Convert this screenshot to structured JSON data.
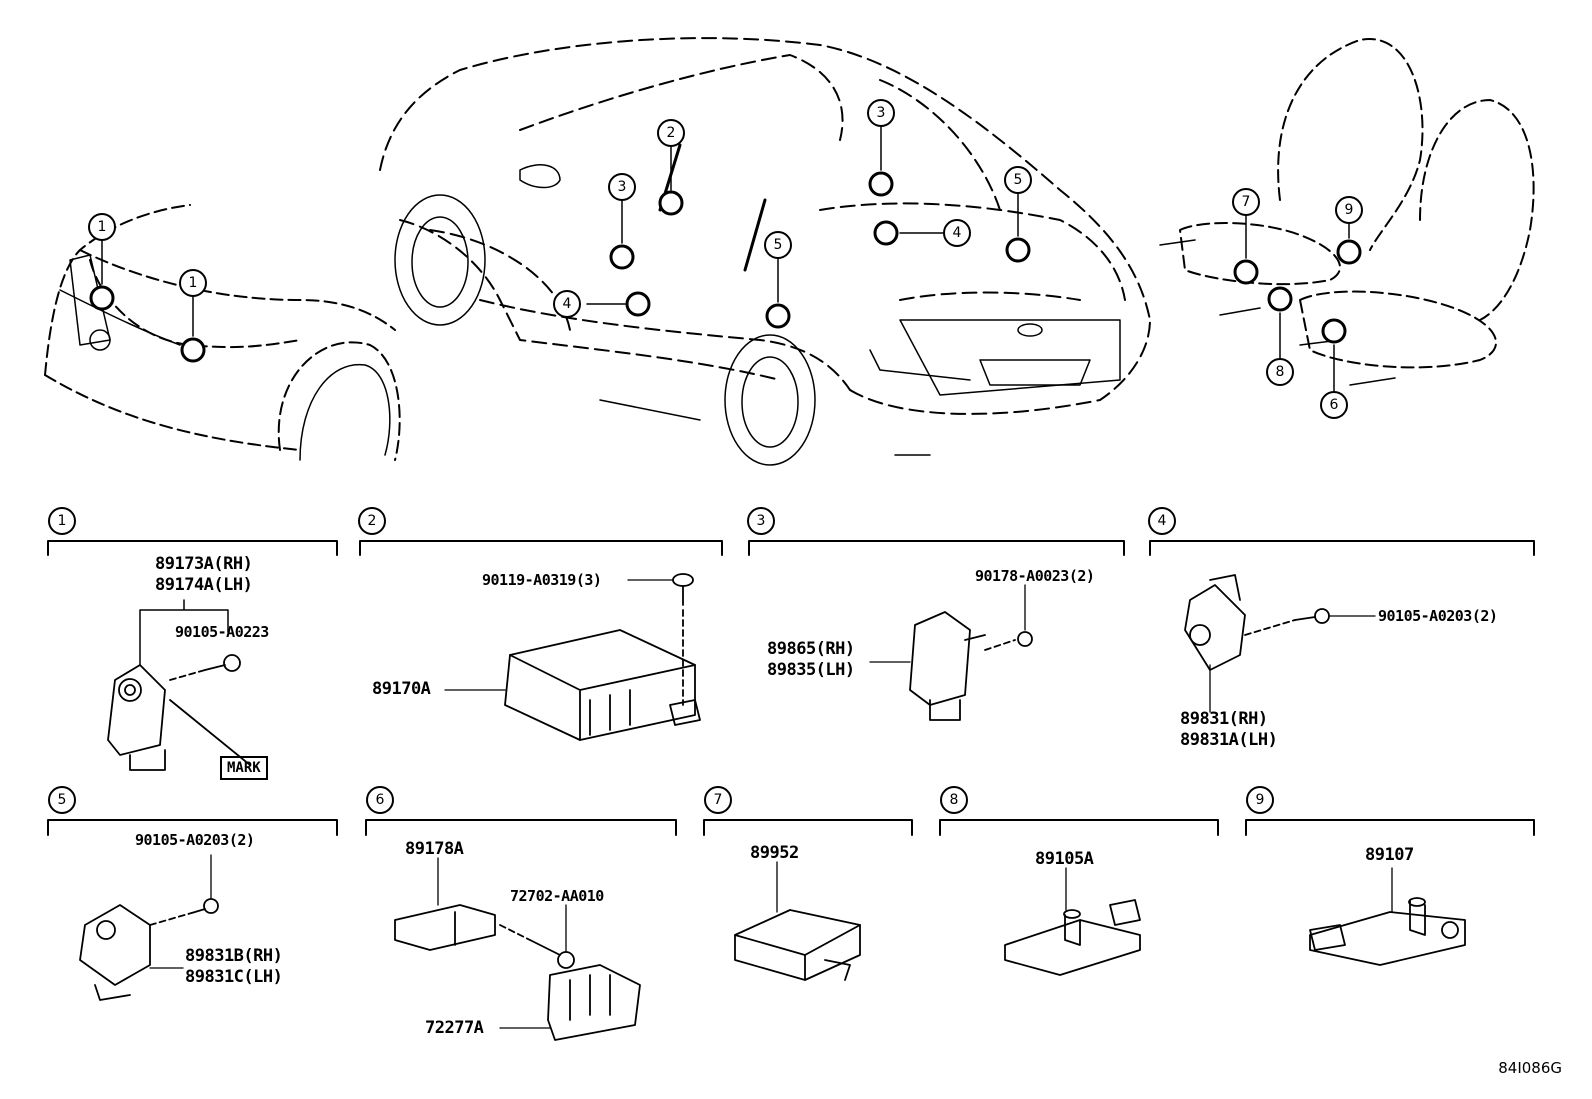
{
  "callouts": [
    "1",
    "2",
    "3",
    "4",
    "5",
    "6",
    "7",
    "8",
    "9"
  ],
  "sections": [
    {
      "num": "1",
      "parts": [
        "89173A(RH)",
        "89174A(LH)",
        "90105-A0223"
      ],
      "mark": "MARK"
    },
    {
      "num": "2",
      "parts": [
        "90119-A0319(3)",
        "89170A"
      ]
    },
    {
      "num": "3",
      "parts": [
        "90178-A0023(2)",
        "89865(RH)",
        "89835(LH)"
      ]
    },
    {
      "num": "4",
      "parts": [
        "90105-A0203(2)",
        "89831(RH)",
        "89831A(LH)"
      ]
    },
    {
      "num": "5",
      "parts": [
        "90105-A0203(2)",
        "89831B(RH)",
        "89831C(LH)"
      ]
    },
    {
      "num": "6",
      "parts": [
        "89178A",
        "72702-AA010",
        "72277A"
      ]
    },
    {
      "num": "7",
      "parts": [
        "89952"
      ]
    },
    {
      "num": "8",
      "parts": [
        "89105A"
      ]
    },
    {
      "num": "9",
      "parts": [
        "89107"
      ]
    }
  ],
  "figure_code": "84I086G"
}
